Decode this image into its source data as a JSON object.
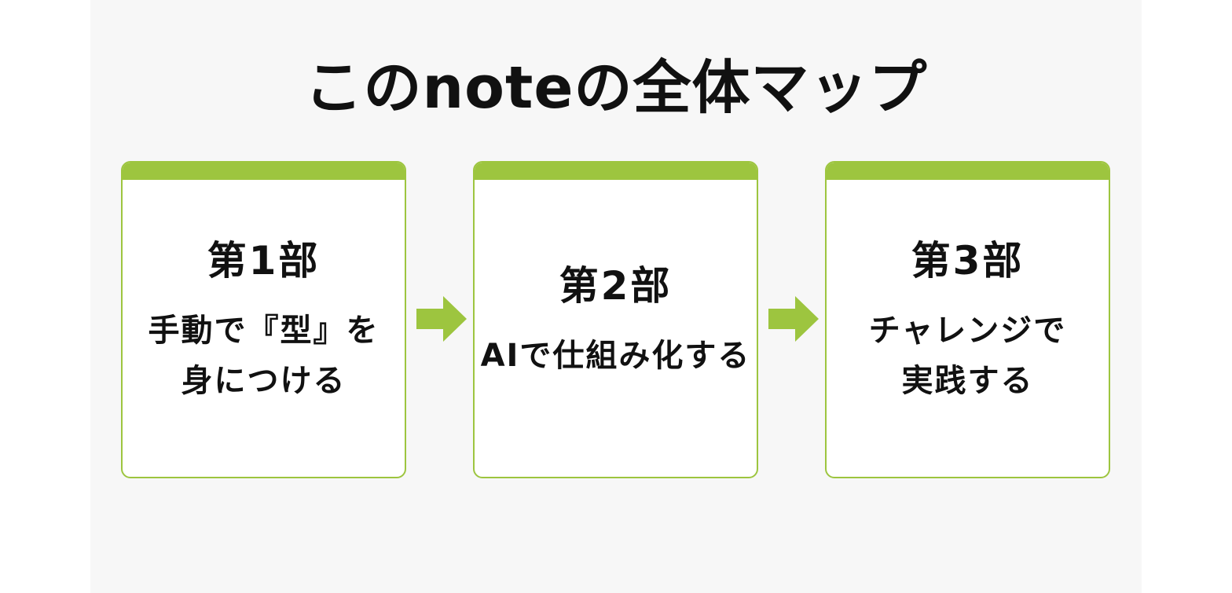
{
  "title": "このnoteの全体マップ",
  "colors": {
    "accent": "#9dc53f",
    "text": "#111111",
    "panel": "#f7f7f7"
  },
  "cards": [
    {
      "heading": "第1部",
      "lines": [
        "手動で『型』を",
        "身につける"
      ]
    },
    {
      "heading": "第2部",
      "lines": [
        "AIで仕組み化する"
      ]
    },
    {
      "heading": "第3部",
      "lines": [
        "チャレンジで",
        "実践する"
      ]
    }
  ],
  "arrows": [
    {
      "icon": "arrow-right-icon"
    },
    {
      "icon": "arrow-right-icon"
    }
  ]
}
